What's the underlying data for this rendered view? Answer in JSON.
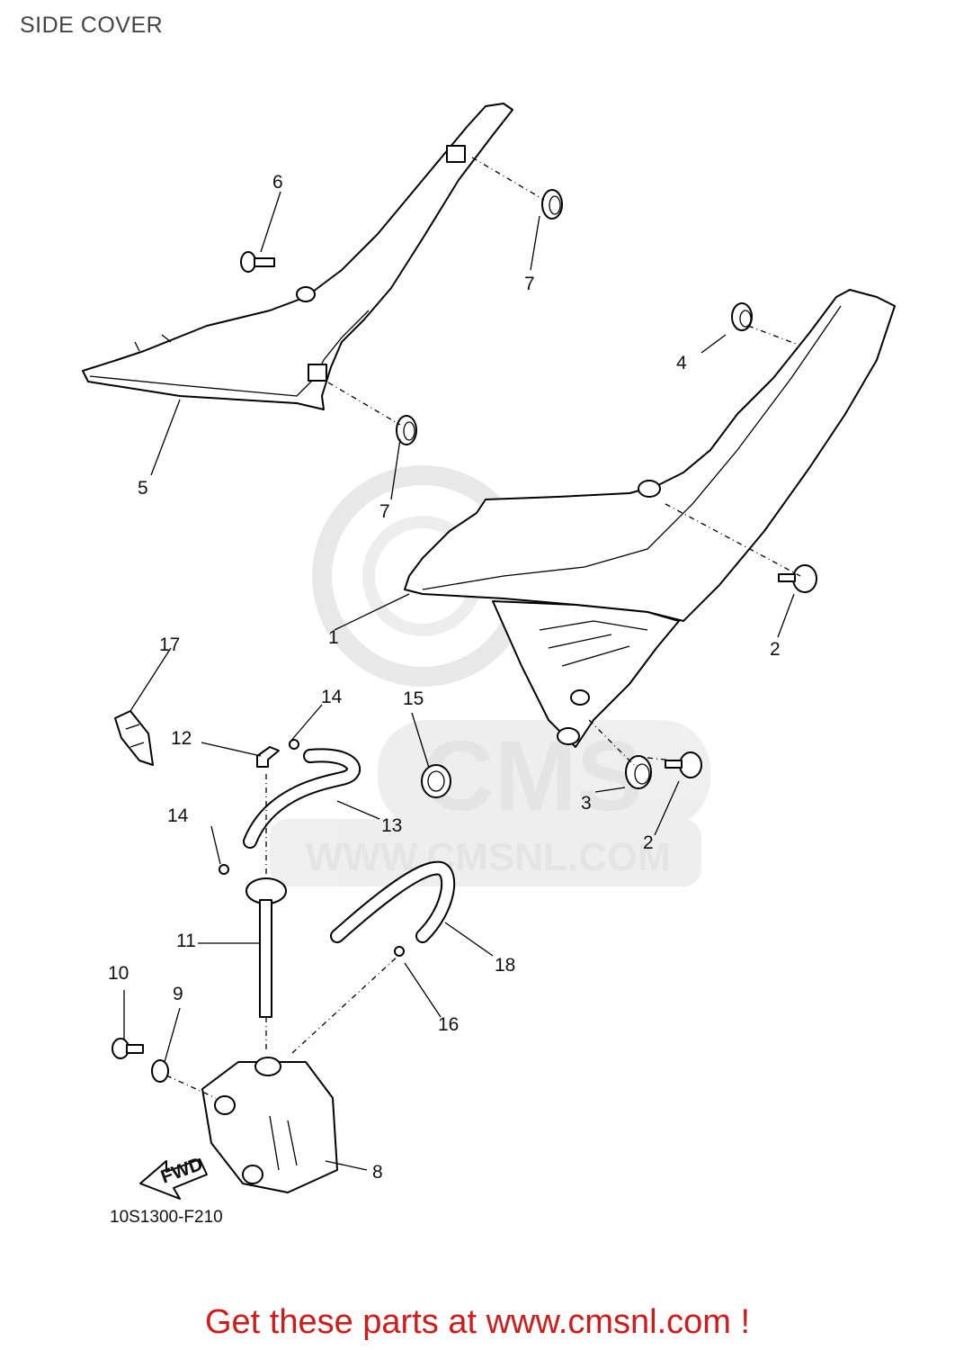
{
  "title": "SIDE COVER",
  "diagram_code": "10S1300-F210",
  "watermark": {
    "brand": "CMS",
    "url": "WWW.CMSNL.COM"
  },
  "fwd_label": "FWD",
  "footer": "Get these parts at www.cmsnl.com !",
  "callouts": [
    "1",
    "2",
    "2",
    "3",
    "4",
    "5",
    "6",
    "7",
    "7",
    "8",
    "9",
    "10",
    "11",
    "12",
    "13",
    "14",
    "14",
    "15",
    "16",
    "17",
    "18"
  ],
  "colors": {
    "footer_text": "#d11a1a",
    "line": "#000000",
    "watermark": "#e4e4e4"
  }
}
